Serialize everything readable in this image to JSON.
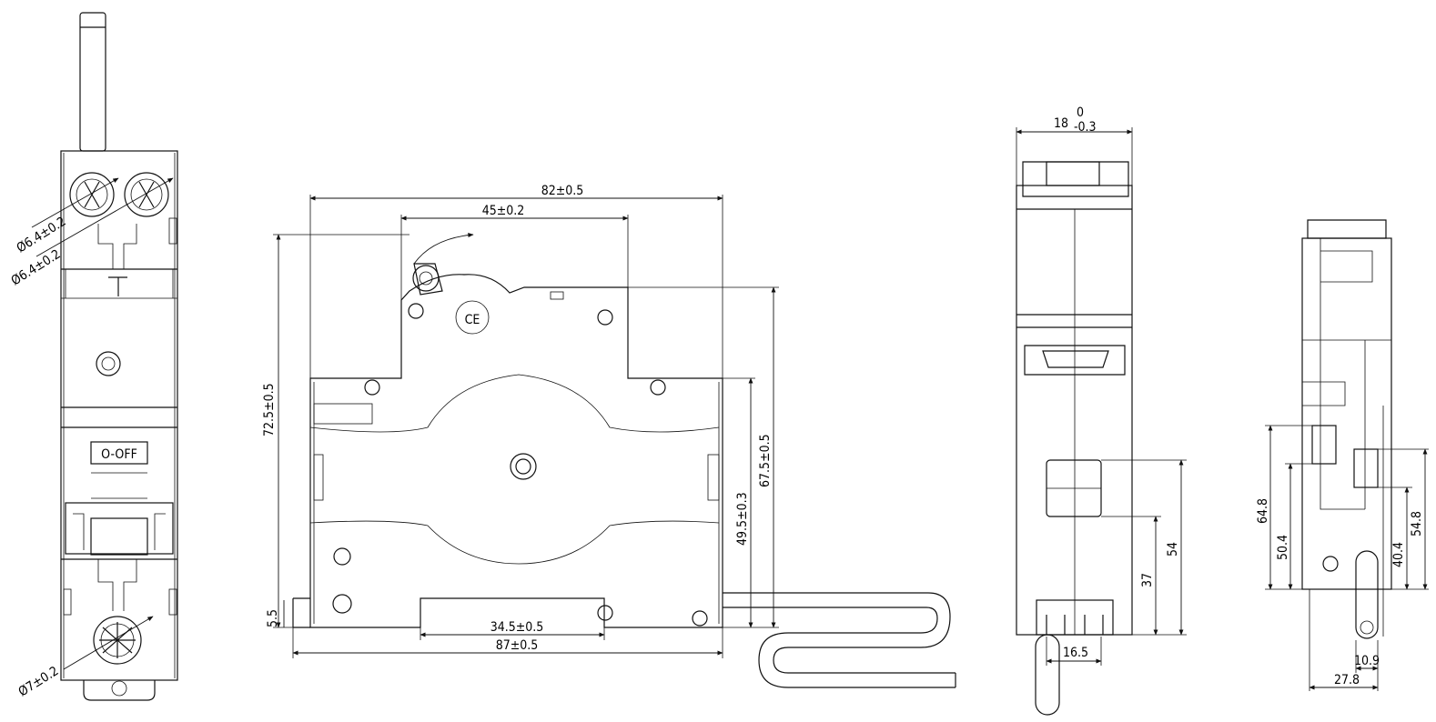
{
  "front_view": {
    "dim_terminal_top_1": "Ø6.4±0.2",
    "dim_terminal_top_2": "Ø6.4±0.2",
    "dim_terminal_bottom": "Ø7±0.2",
    "switch_label": "O-OFF"
  },
  "side_view": {
    "dim_width_82": "82±0.5",
    "dim_width_45": "45±0.2",
    "dim_height_72": "72.5±0.5",
    "dim_height_67": "67.5±0.5",
    "dim_height_49": "49.5±0.3",
    "dim_5_5": "5.5",
    "dim_34_5": "34.5±0.5",
    "dim_87": "87±0.5",
    "ce_mark": "CE"
  },
  "end_view": {
    "dim_width_18": "18",
    "tol_upper": "0",
    "tol_lower": "-0.3",
    "dim_54": "54",
    "dim_37": "37",
    "dim_16_5": "16.5"
  },
  "right_view": {
    "dim_64_8": "64.8",
    "dim_50_4": "50.4",
    "dim_40_4": "40.4",
    "dim_54_8": "54.8",
    "dim_10_9": "10.9",
    "dim_27_8": "27.8"
  },
  "icons": {
    "arrow": "arrow-icon",
    "screw": "screw-icon",
    "ce": "ce-mark-icon"
  }
}
